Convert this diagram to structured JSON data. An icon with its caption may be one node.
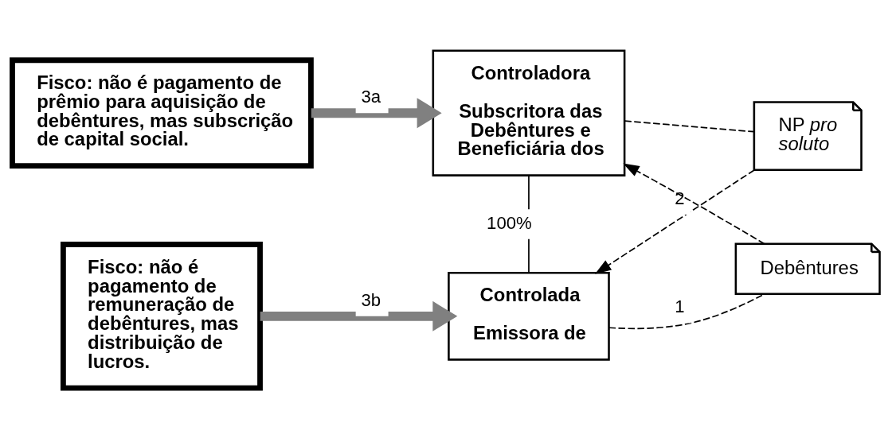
{
  "diagram": {
    "nodes": [
      {
        "text": [
          "Controladora",
          "Subscritora das Debêntures e Beneficiária dos"
        ]
      },
      {
        "text": [
          "NP *pro soluto*"
        ]
      },
      {
        "text": [
          "Debêntures"
        ]
      },
      {
        "text": [
          "Controlada",
          "Emissora de"
        ]
      },
      {
        "text": [
          "Fisco: não é pagamento de prêmio para aquisição de debêntures, mas subscrição de capital social."
        ]
      },
      {
        "text": [
          "Fisco: não é pagamento de remuneração de debêntures, mas distribuição de lucros."
        ]
      }
    ],
    "edges": [
      {
        "from": 0,
        "to": 1,
        "arrow": "none",
        "style": "dashed"
      },
      {
        "from": 1,
        "to": 3,
        "arrow": "to",
        "style": "dashed",
        "label": "2"
      },
      {
        "from": 0,
        "to": 3,
        "arrow": "none",
        "label": "100%"
      },
      {
        "from": 3,
        "to": 2,
        "arrow": "none",
        "style": "dashed",
        "label": "1"
      },
      {
        "from": 2,
        "to": 0,
        "arrow": "to",
        "style": "dashed"
      },
      {
        "from": 4,
        "to": 0,
        "arrow": "to",
        "style": "thick",
        "color": "#808080",
        "label": "3a"
      },
      {
        "from": 5,
        "to": 3,
        "arrow": "to",
        "style": "thick",
        "color": "#808080",
        "label": "3b"
      }
    ]
  }
}
